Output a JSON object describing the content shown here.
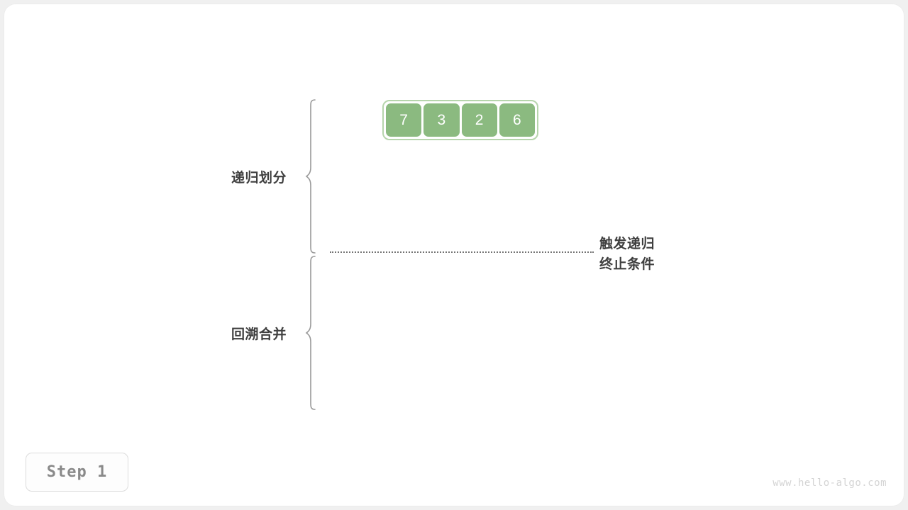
{
  "canvas": {
    "background_color": "#f0f0f0",
    "card_color": "#ffffff"
  },
  "array": {
    "name": "input-array",
    "border_color": "#b6d5ac",
    "cell_color": "#8bba80",
    "text_color": "#ffffff",
    "values": [
      "7",
      "3",
      "2",
      "6"
    ]
  },
  "phases": [
    {
      "id": "divide",
      "label": "递归划分"
    },
    {
      "id": "merge",
      "label": "回溯合并"
    }
  ],
  "annotation": {
    "line1": "触发递归",
    "line2": "终止条件"
  },
  "step_badge": {
    "label": "Step 1"
  },
  "watermark": {
    "text": "www.hello-algo.com"
  },
  "colors": {
    "text_dark": "#3f3f3f",
    "muted": "#8a8a8a",
    "dotted": "#757575",
    "watermark": "#d4d4d4"
  }
}
